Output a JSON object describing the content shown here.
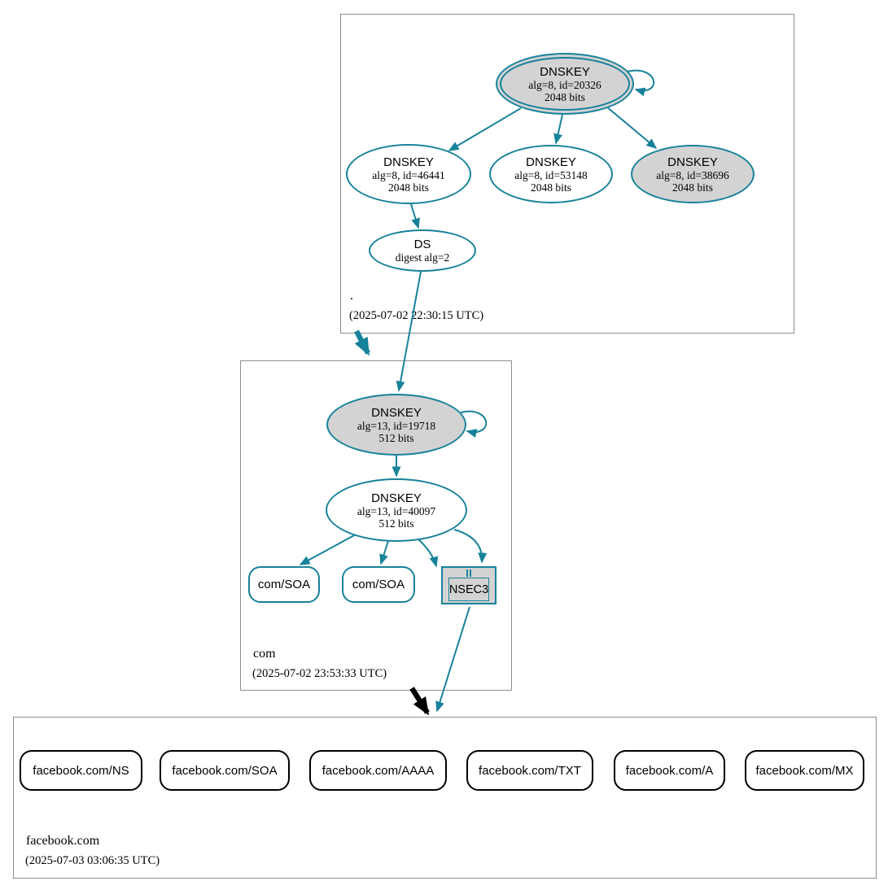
{
  "colors": {
    "secure_teal": "#17829a",
    "insecure_black": "#000000",
    "node_fill_gray": "#d3d3d3",
    "zone_border_gray": "#8d8d8d"
  },
  "zones": [
    {
      "name": ".",
      "timestamp": "(2025-07-02 22:30:15 UTC)",
      "nodes": {
        "ksk": {
          "title": "DNSKEY",
          "line1": "alg=8, id=20326",
          "line2": "2048 bits"
        },
        "zsk1": {
          "title": "DNSKEY",
          "line1": "alg=8, id=46441",
          "line2": "2048 bits"
        },
        "zsk2": {
          "title": "DNSKEY",
          "line1": "alg=8, id=53148",
          "line2": "2048 bits"
        },
        "ksk2": {
          "title": "DNSKEY",
          "line1": "alg=8, id=38696",
          "line2": "2048 bits"
        },
        "ds": {
          "title": "DS",
          "line1": "digest alg=2"
        }
      }
    },
    {
      "name": "com",
      "timestamp": "(2025-07-02 23:53:33 UTC)",
      "nodes": {
        "ksk": {
          "title": "DNSKEY",
          "line1": "alg=13, id=19718",
          "line2": "512 bits"
        },
        "zsk": {
          "title": "DNSKEY",
          "line1": "alg=13, id=40097",
          "line2": "512 bits"
        },
        "soa1": {
          "label": "com/SOA"
        },
        "soa2": {
          "label": "com/SOA"
        },
        "nsec3": {
          "label": "NSEC3"
        }
      }
    },
    {
      "name": "facebook.com",
      "timestamp": "(2025-07-03 03:06:35 UTC)",
      "rrsets": [
        "facebook.com/NS",
        "facebook.com/SOA",
        "facebook.com/AAAA",
        "facebook.com/TXT",
        "facebook.com/A",
        "facebook.com/MX"
      ]
    }
  ],
  "edges": [
    {
      "from": "dnskey-20326",
      "to": "dnskey-20326",
      "kind": "self-sign"
    },
    {
      "from": "dnskey-20326",
      "to": "dnskey-46441",
      "kind": "sign"
    },
    {
      "from": "dnskey-20326",
      "to": "dnskey-53148",
      "kind": "sign"
    },
    {
      "from": "dnskey-20326",
      "to": "dnskey-38696",
      "kind": "sign"
    },
    {
      "from": "dnskey-46441",
      "to": "ds-com",
      "kind": "sign"
    },
    {
      "from": "ds-com",
      "to": "dnskey-19718",
      "kind": "secure-link"
    },
    {
      "from": "root-zone",
      "to": "com-zone",
      "kind": "secure-delegation"
    },
    {
      "from": "dnskey-19718",
      "to": "dnskey-19718",
      "kind": "self-sign"
    },
    {
      "from": "dnskey-19718",
      "to": "dnskey-40097",
      "kind": "sign"
    },
    {
      "from": "dnskey-40097",
      "to": "com-soa-1",
      "kind": "sign"
    },
    {
      "from": "dnskey-40097",
      "to": "com-soa-2",
      "kind": "sign"
    },
    {
      "from": "dnskey-40097",
      "to": "nsec3",
      "kind": "sign"
    },
    {
      "from": "dnskey-40097",
      "to": "nsec3",
      "kind": "sign"
    },
    {
      "from": "nsec3",
      "to": "facebook-zone",
      "kind": "opt-out-proof"
    },
    {
      "from": "com-zone",
      "to": "facebook-zone",
      "kind": "insecure-delegation"
    }
  ]
}
